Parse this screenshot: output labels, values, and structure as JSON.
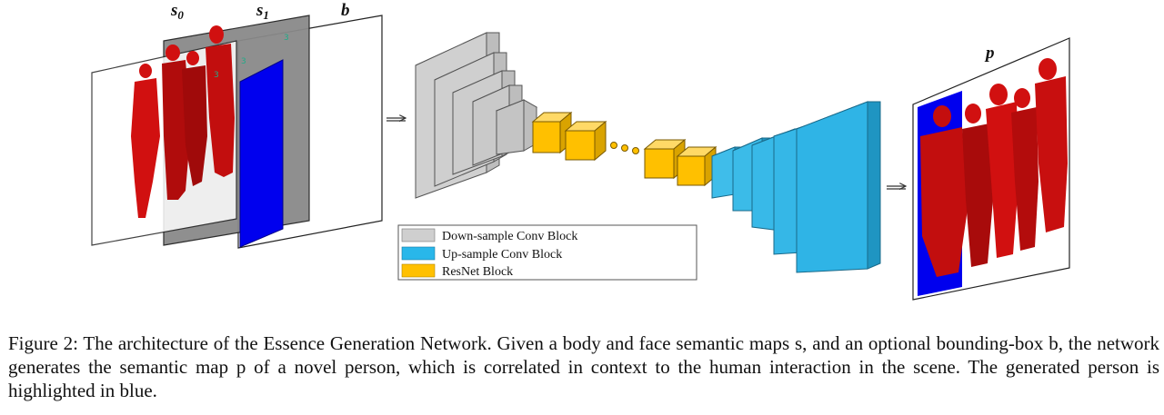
{
  "labels": {
    "s0_base": "s",
    "s0_sub": "0",
    "s1_base": "s",
    "s1_sub": "1",
    "b": "b",
    "p": "p"
  },
  "legend": {
    "items": [
      {
        "label": "Down-sample Conv Block",
        "color": "#cfcfcf"
      },
      {
        "label": "Up-sample Conv Block",
        "color": "#29b7ea"
      },
      {
        "label": "ResNet Block",
        "color": "#ffc000"
      }
    ]
  },
  "caption": {
    "line1": "Figure 2: The architecture of the Essence Generation Network.  Given a body and face semantic maps s, and an optional",
    "line2": "bounding-box b, the network generates the semantic map p of a novel person, which is correlated in context to the human",
    "line3": "interaction in the scene. The generated person is highlighted in blue."
  },
  "colors": {
    "person_red": "#d11010",
    "bbox_blue": "#0000ee",
    "plane_gray": "#8a8a8a",
    "down_block": "#cfcfcf",
    "up_block": "#29b7ea",
    "resnet_block": "#ffc000"
  }
}
